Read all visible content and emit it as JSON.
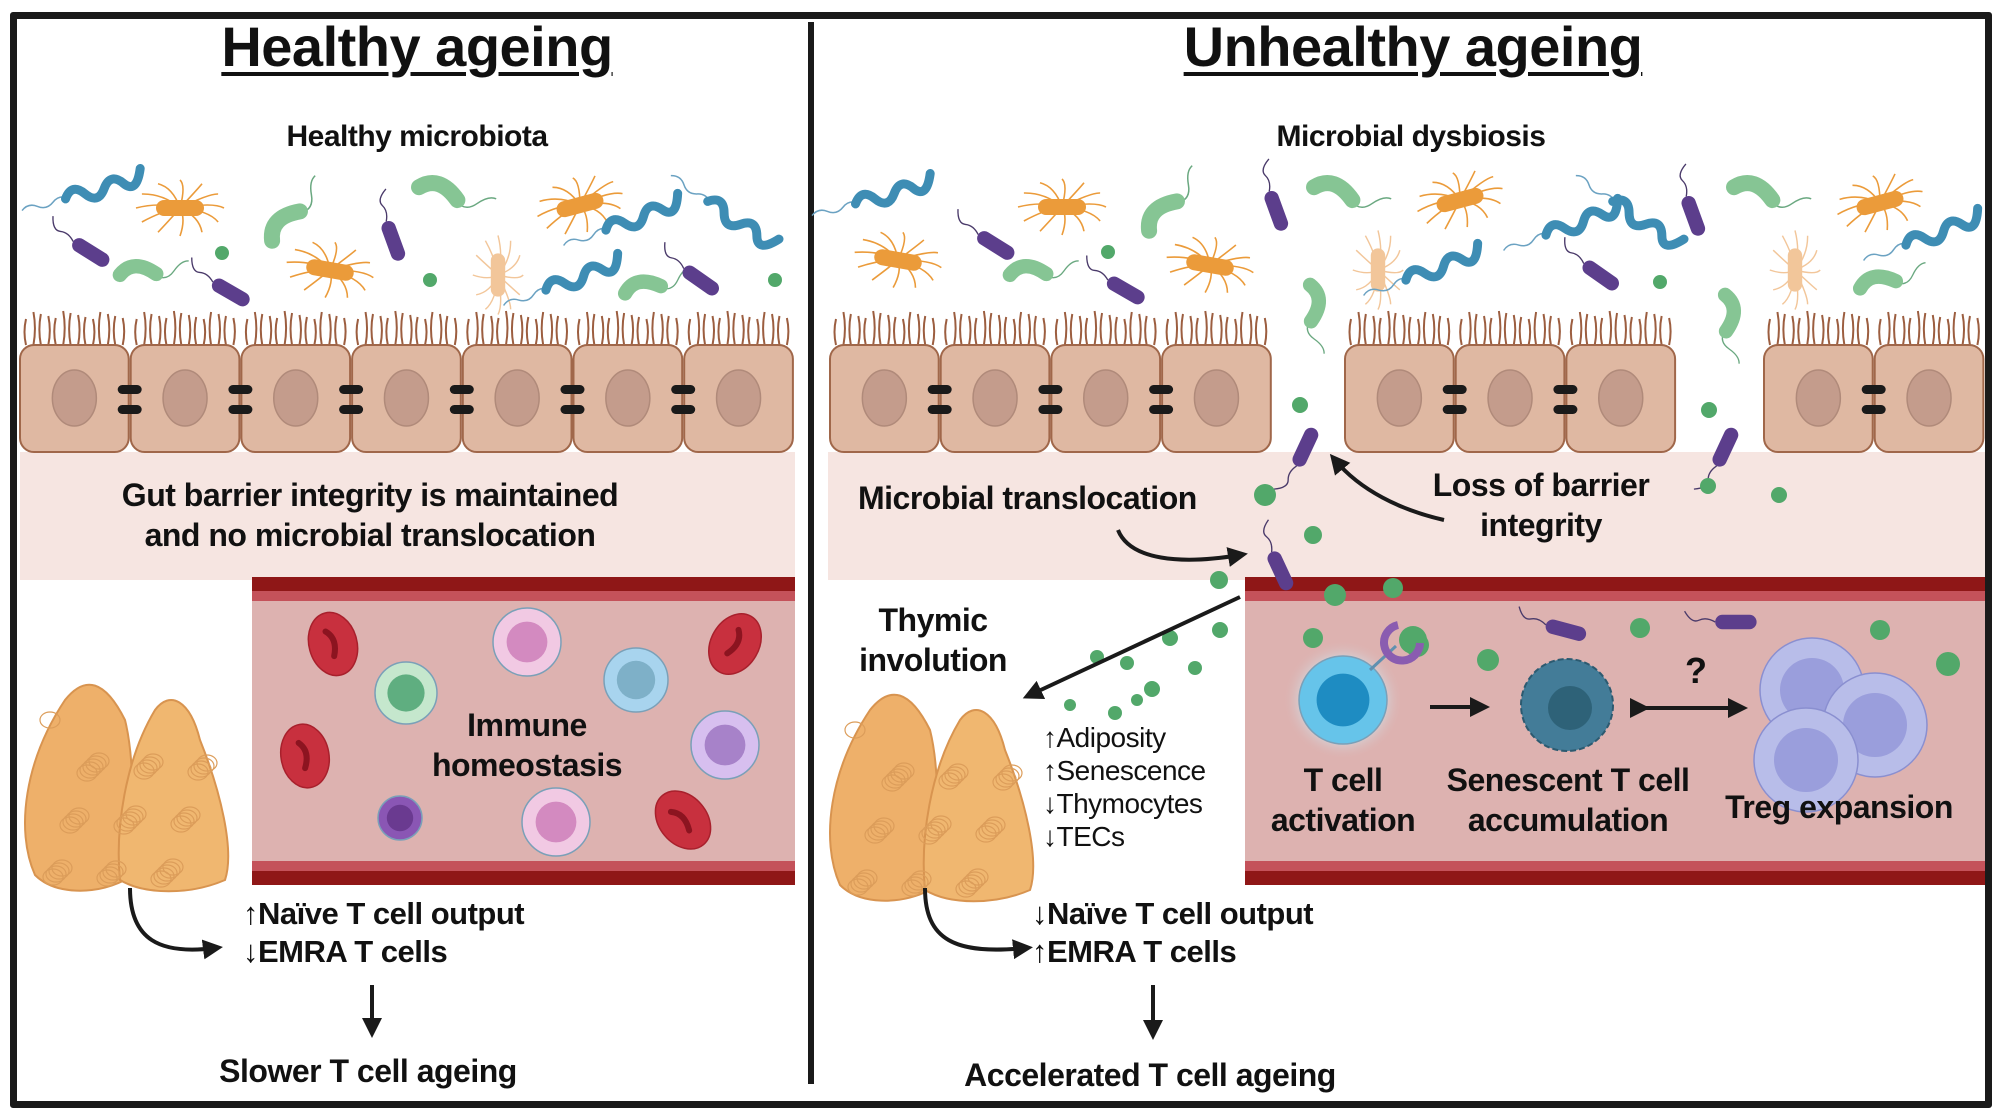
{
  "left_panel": {
    "title": "Healthy ageing",
    "microbiota_label": "Healthy microbiota",
    "barrier_label_line1": "Gut barrier integrity is maintained",
    "barrier_label_line2": "and no microbial translocation",
    "vessel_label_line1": "Immune",
    "vessel_label_line2": "homeostasis",
    "outcome_line1": "↑Naïve T cell output",
    "outcome_line2": "↓EMRA T cells",
    "final_outcome": "Slower T cell ageing"
  },
  "right_panel": {
    "title": "Unhealthy ageing",
    "microbiota_label": "Microbial dysbiosis",
    "translocation_label": "Microbial translocation",
    "barrier_loss_line1": "Loss of barrier",
    "barrier_loss_line2": "integrity",
    "thymic_line1": "Thymic",
    "thymic_line2": "involution",
    "thymus_changes": [
      "↑Adiposity",
      "↑Senescence",
      "↓Thymocytes",
      "↓TECs"
    ],
    "tcell_activation_line1": "T cell",
    "tcell_activation_line2": "activation",
    "senescent_line1": "Senescent T cell",
    "senescent_line2": "accumulation",
    "question_mark": "?",
    "treg_label": "Treg expansion",
    "outcome_line1": "↓Naïve T cell output",
    "outcome_line2": "↑EMRA T cells",
    "final_outcome": "Accelerated T cell ageing"
  },
  "colors": {
    "border": "#1a1a1a",
    "cell_fill": "#dfb8a2",
    "cell_stroke": "#a0674a",
    "nucleus": "#c49c8c",
    "microvilli": "#9c5e40",
    "lumen_layer": "#f6e5e1",
    "vessel_band": "#8f1717",
    "vessel_band_light": "#c4525a",
    "vessel_interior": "#ddb2b0",
    "thymus": "#eeb06a",
    "bacteria_blue": "#3e8db4",
    "bacteria_orange": "#eb9b3a",
    "bacteria_green": "#86c594",
    "bacteria_purple": "#5c3e8c",
    "coccus_green": "#52a86a",
    "rbc": "#c8303e",
    "tcell_blue": "#66c4ea",
    "senescent": "#437c98",
    "treg": "#b8bde9"
  }
}
